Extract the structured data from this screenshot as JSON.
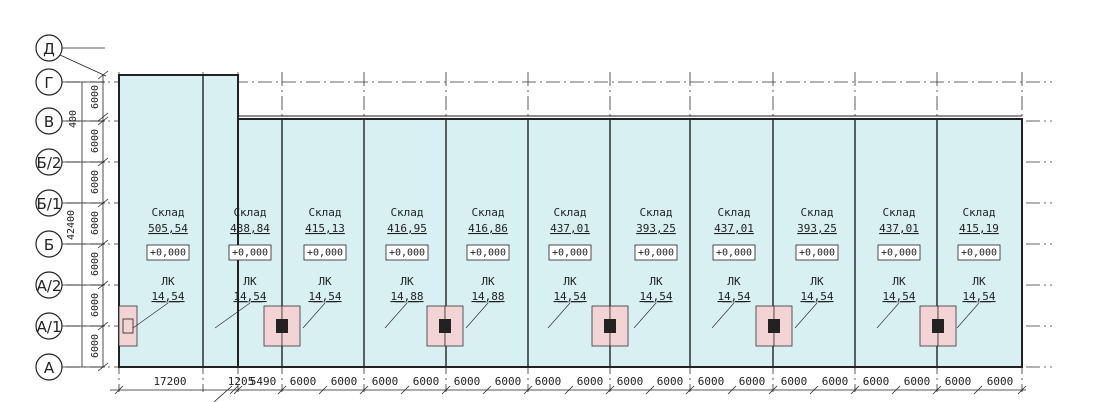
{
  "axes_rows": [
    {
      "label": "Д"
    },
    {
      "label": "Г"
    },
    {
      "label": "В"
    },
    {
      "label": "Б/2"
    },
    {
      "label": "Б/1"
    },
    {
      "label": "Б"
    },
    {
      "label": "А/2"
    },
    {
      "label": "А/1"
    },
    {
      "label": "А"
    }
  ],
  "vertical_dims": {
    "overall": "42400",
    "segments": [
      "6000",
      "400",
      "6000",
      "6000",
      "6000",
      "6000",
      "6000",
      "6000"
    ]
  },
  "rooms": [
    {
      "name": "Склад",
      "area": "505,54",
      "elevation": "+0,000",
      "lk_label": "ЛК",
      "lk_value": "14,54"
    },
    {
      "name": "Склад",
      "area": "438,84",
      "elevation": "+0,000",
      "lk_label": "ЛК",
      "lk_value": "14,54"
    },
    {
      "name": "Склад",
      "area": "415,13",
      "elevation": "+0,000",
      "lk_label": "ЛК",
      "lk_value": "14,54"
    },
    {
      "name": "Склад",
      "area": "416,95",
      "elevation": "+0,000",
      "lk_label": "ЛК",
      "lk_value": "14,88"
    },
    {
      "name": "Склад",
      "area": "416,86",
      "elevation": "+0,000",
      "lk_label": "ЛК",
      "lk_value": "14,88"
    },
    {
      "name": "Склад",
      "area": "437,01",
      "elevation": "+0,000",
      "lk_label": "ЛК",
      "lk_value": "14,54"
    },
    {
      "name": "Склад",
      "area": "393,25",
      "elevation": "+0,000",
      "lk_label": "ЛК",
      "lk_value": "14,54"
    },
    {
      "name": "Склад",
      "area": "437,01",
      "elevation": "+0,000",
      "lk_label": "ЛК",
      "lk_value": "14,54"
    },
    {
      "name": "Склад",
      "area": "393,25",
      "elevation": "+0,000",
      "lk_label": "ЛК",
      "lk_value": "14,54"
    },
    {
      "name": "Склад",
      "area": "437,01",
      "elevation": "+0,000",
      "lk_label": "ЛК",
      "lk_value": "14,54"
    },
    {
      "name": "Склад",
      "area": "415,19",
      "elevation": "+0,000",
      "lk_label": "ЛК",
      "lk_value": "14,54"
    }
  ],
  "bottom_dims": [
    "17200",
    "1205",
    "5490",
    "6000",
    "6000",
    "6000",
    "6000",
    "6000",
    "6000",
    "6000",
    "6000",
    "6000",
    "6000",
    "6000",
    "6000",
    "6000",
    "6000",
    "6000",
    "6000",
    "6000",
    "6000"
  ],
  "colors": {
    "room_fill": "#d9f0f2",
    "stair_fill": "#f2d4d4",
    "line": "#222222"
  }
}
